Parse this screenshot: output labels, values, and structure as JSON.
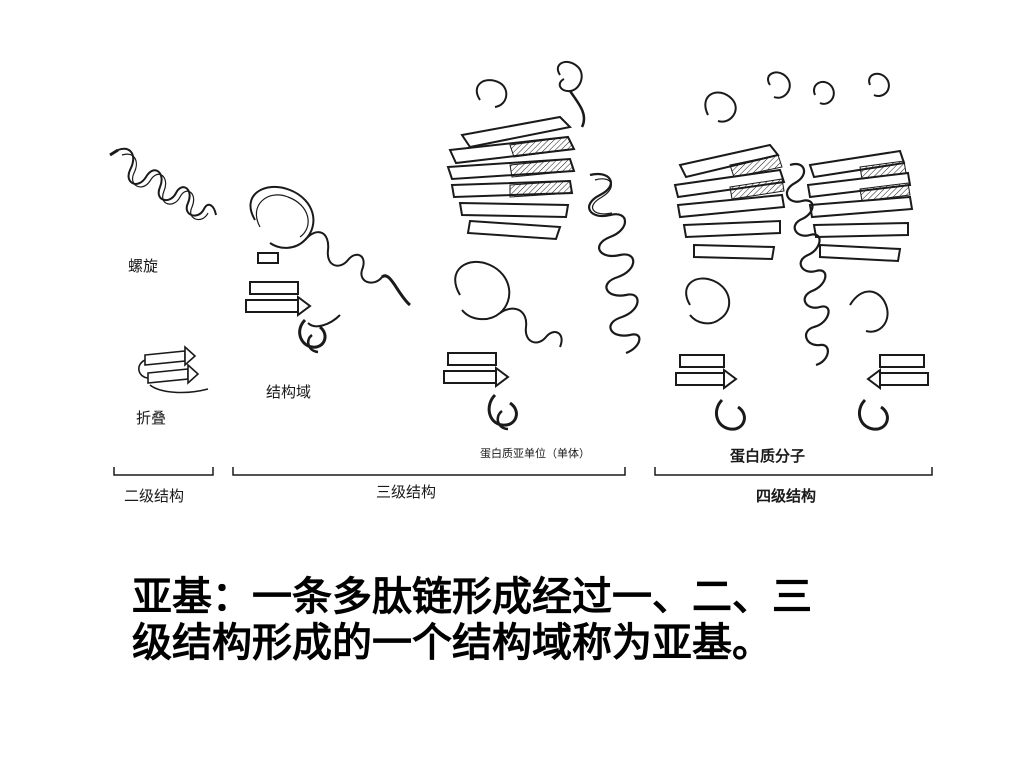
{
  "figure": {
    "labels": {
      "helix": "螺旋",
      "fold": "折叠",
      "domain": "结构域",
      "subunit": "蛋白质亚单位（单体）",
      "molecule": "蛋白质分子",
      "secondary": "二级结构",
      "tertiary": "三级结构",
      "quaternary": "四级结构"
    }
  },
  "caption": {
    "line1": "亚基：一条多肽链形成经过一、二、三",
    "line2": "级结构形成的一个结构域称为亚基。"
  },
  "colors": {
    "ink": "#1a1a1a",
    "background": "#ffffff"
  }
}
